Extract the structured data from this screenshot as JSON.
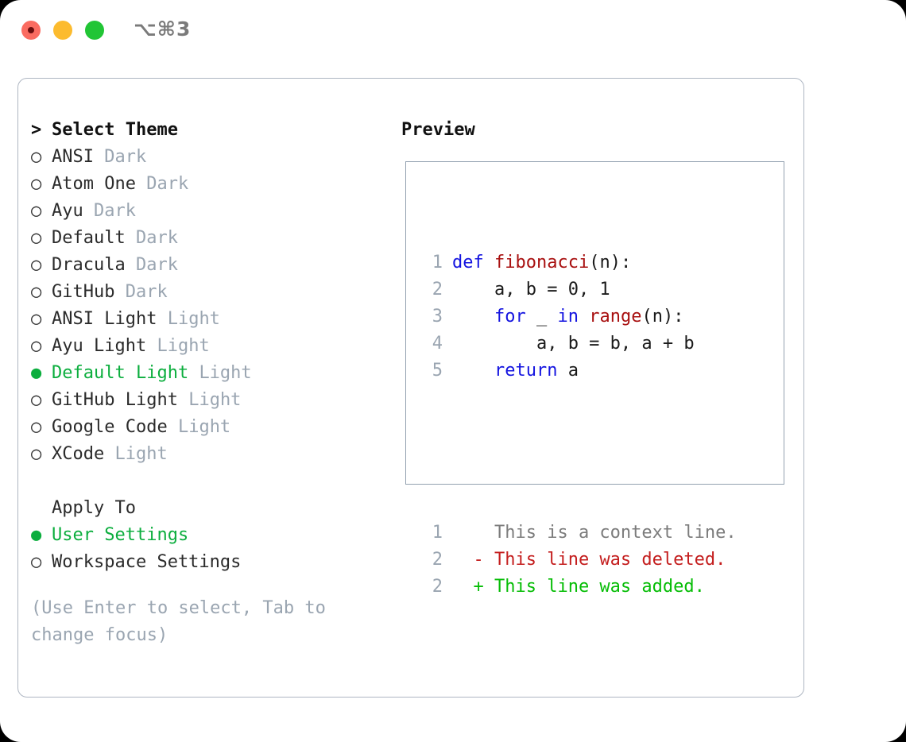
{
  "titlebar": {
    "shortcut": "⌥⌘3",
    "buttons": [
      {
        "name": "close",
        "color": "#fa6b60"
      },
      {
        "name": "minimize",
        "color": "#fcbb2e"
      },
      {
        "name": "zoom",
        "color": "#21c535"
      }
    ]
  },
  "theme_section": {
    "header_marker": ">",
    "header": "Select Theme",
    "items": [
      {
        "marker": "○",
        "name": "ANSI",
        "category": "Dark",
        "selected": false
      },
      {
        "marker": "○",
        "name": "Atom One",
        "category": "Dark",
        "selected": false
      },
      {
        "marker": "○",
        "name": "Ayu",
        "category": "Dark",
        "selected": false
      },
      {
        "marker": "○",
        "name": "Default",
        "category": "Dark",
        "selected": false
      },
      {
        "marker": "○",
        "name": "Dracula",
        "category": "Dark",
        "selected": false
      },
      {
        "marker": "○",
        "name": "GitHub",
        "category": "Dark",
        "selected": false
      },
      {
        "marker": "○",
        "name": "ANSI Light",
        "category": "Light",
        "selected": false
      },
      {
        "marker": "○",
        "name": "Ayu Light",
        "category": "Light",
        "selected": false
      },
      {
        "marker": "●",
        "name": "Default Light",
        "category": "Light",
        "selected": true
      },
      {
        "marker": "○",
        "name": "GitHub Light",
        "category": "Light",
        "selected": false
      },
      {
        "marker": "○",
        "name": "Google Code",
        "category": "Light",
        "selected": false
      },
      {
        "marker": "○",
        "name": "XCode",
        "category": "Light",
        "selected": false
      }
    ]
  },
  "apply_section": {
    "header": "Apply To",
    "items": [
      {
        "marker": "●",
        "name": "User Settings",
        "selected": true
      },
      {
        "marker": "○",
        "name": "Workspace Settings",
        "selected": false
      }
    ]
  },
  "hint": "(Use Enter to select, Tab to change focus)",
  "preview": {
    "title": "Preview",
    "code_lines": [
      {
        "num": "1",
        "tokens": [
          {
            "t": "def ",
            "c": "kw"
          },
          {
            "t": "fibonacci",
            "c": "fn"
          },
          {
            "t": "(n):",
            "c": "pln"
          }
        ]
      },
      {
        "num": "2",
        "tokens": [
          {
            "t": "    a, b = 0, 1",
            "c": "pln"
          }
        ]
      },
      {
        "num": "3",
        "tokens": [
          {
            "t": "    ",
            "c": "pln"
          },
          {
            "t": "for",
            "c": "kw"
          },
          {
            "t": " _ ",
            "c": "pln"
          },
          {
            "t": "in ",
            "c": "kw"
          },
          {
            "t": "range",
            "c": "fn"
          },
          {
            "t": "(n):",
            "c": "pln"
          }
        ]
      },
      {
        "num": "4",
        "tokens": [
          {
            "t": "        a, b = b, a + b",
            "c": "pln"
          }
        ]
      },
      {
        "num": "5",
        "tokens": [
          {
            "t": "    ",
            "c": "pln"
          },
          {
            "t": "return",
            "c": "kw"
          },
          {
            "t": " a",
            "c": "pln"
          }
        ]
      }
    ],
    "diff_lines": [
      {
        "num": "1",
        "marker": " ",
        "text": "This is a context line.",
        "kind": "ctx"
      },
      {
        "num": "2",
        "marker": "-",
        "text": "This line was deleted.",
        "kind": "del"
      },
      {
        "num": "2",
        "marker": "+",
        "text": "This line was added.",
        "kind": "add"
      }
    ]
  },
  "colors": {
    "selected_green": "#0cae3e",
    "muted_gray": "#9aa5b1",
    "keyword_blue": "#1414e0",
    "function_red": "#a81010",
    "diff_deleted": "#c41e1e",
    "diff_added": "#06bd06",
    "panel_border": "#aeb6c2",
    "preview_border": "#93a1b0"
  }
}
